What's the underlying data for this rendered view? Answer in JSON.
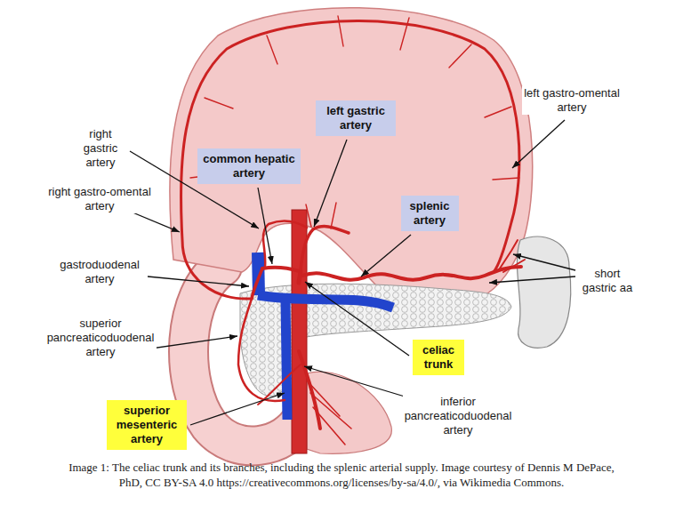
{
  "diagram": {
    "caption": "Image 1: The celiac trunk and its branches, including the splenic arterial supply. Image courtesy of Dennis M DePace, PhD, CC BY-SA 4.0 https://creativecommons.org/licenses/by-sa/4.0/, via Wikimedia Commons.",
    "nodes": [
      {
        "text": [
          "left gastric artery"
        ]
      },
      {
        "text": [
          "common hepatic artery"
        ]
      },
      {
        "text": [
          "splenic artery"
        ]
      },
      {
        "text": [
          "celiac trunk"
        ]
      },
      {
        "text": [
          "superior mesenteric artery"
        ]
      }
    ],
    "labels": [
      "left gastro-omental artery",
      "right gastric artery",
      "right gastro-omental artery",
      "gastroduodenal artery",
      "short gastric aa",
      "superior pancreaticoduodenal artery",
      "inferior pancreaticoduodenal artery"
    ]
  }
}
